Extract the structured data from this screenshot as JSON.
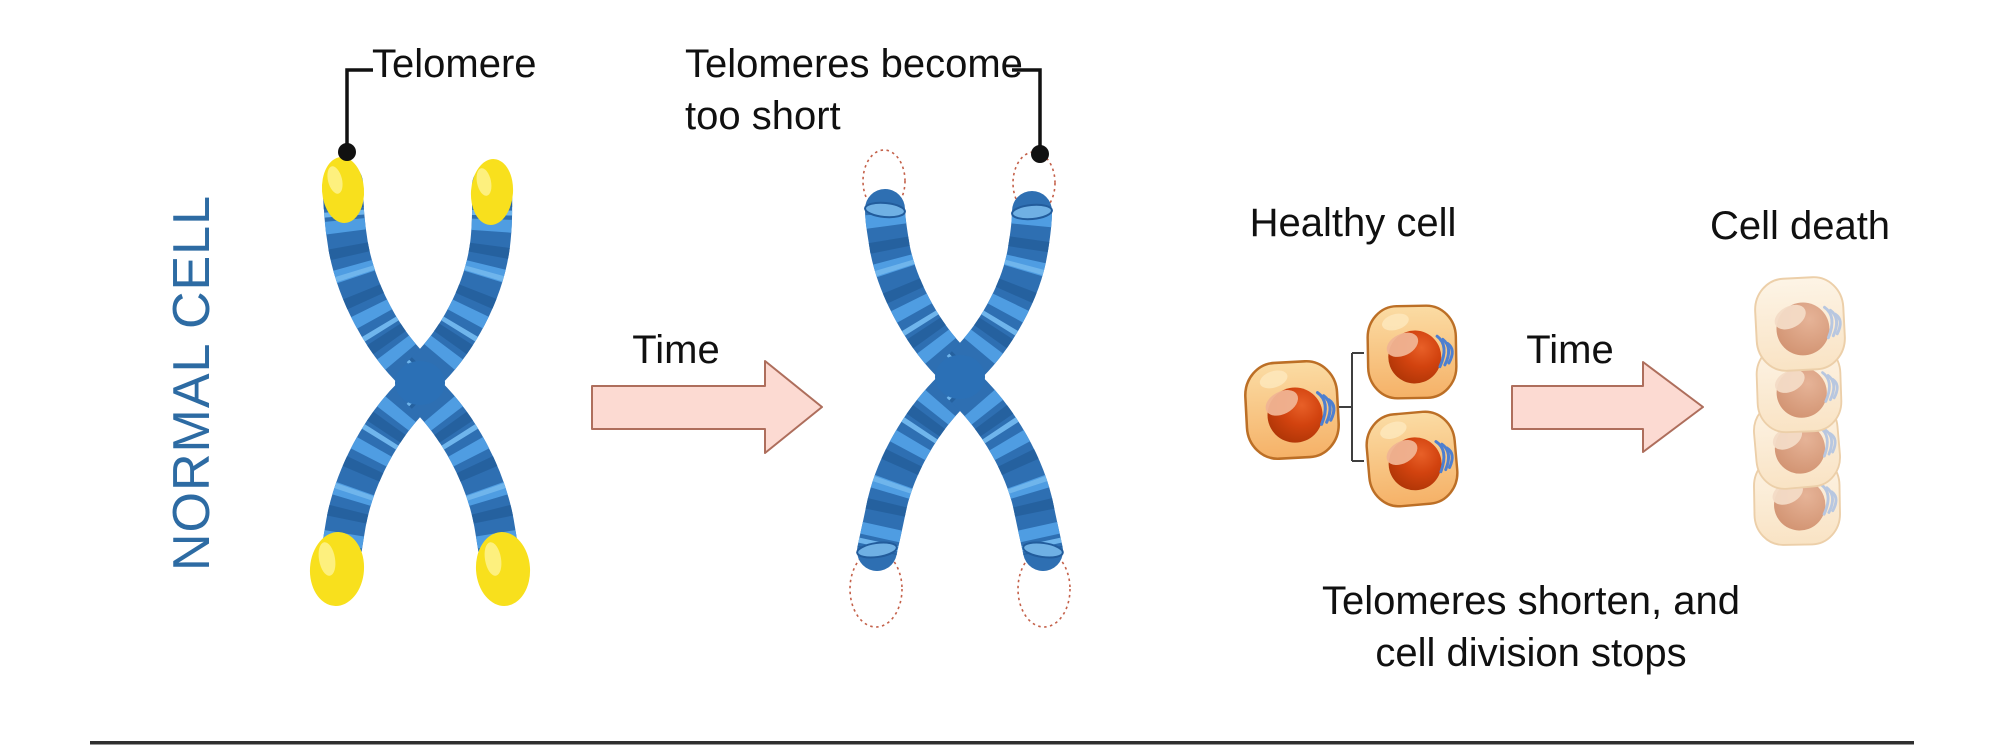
{
  "panel_title": {
    "label": "NORMAL CELL"
  },
  "labels": {
    "telomere": "Telomere",
    "telomeres_become": "Telomeres become",
    "too_short": "too short",
    "time_left": "Time",
    "time_right": "Time",
    "healthy_cell": "Healthy cell",
    "cell_death": "Cell death",
    "caption_line1": "Telomeres shorten, and",
    "caption_line2": "cell division stops"
  },
  "figures": {
    "normal_chromosome": "X-shaped chromosome with yellow telomere caps on all four arm tips",
    "aged_chromosome": "X-shaped chromosome whose telomeres are gone, tips shown as white dashed outlines",
    "healthy_cells": "one parent cell dividing into two daughter cells",
    "dead_cells": "vertical stack of four faded cells"
  },
  "colors": {
    "title_blue": "#2D6BA3",
    "chromosome_blue": "#2E6FB2",
    "chromosome_band_light": "#4F9DE2",
    "chromosome_band_dark": "#25619F",
    "telomere_yellow": "#F8E01D",
    "arrow_fill": "#FCDAD2",
    "arrow_stroke": "#AE6E5C",
    "cell_body_orange": "#F7C47E",
    "cell_border": "#BC6F26",
    "nucleus_red": "#D2430F",
    "dead_cell_body": "#FBEBD5",
    "dashed_tip_stroke": "#C4614A",
    "text_black": "#101010"
  }
}
